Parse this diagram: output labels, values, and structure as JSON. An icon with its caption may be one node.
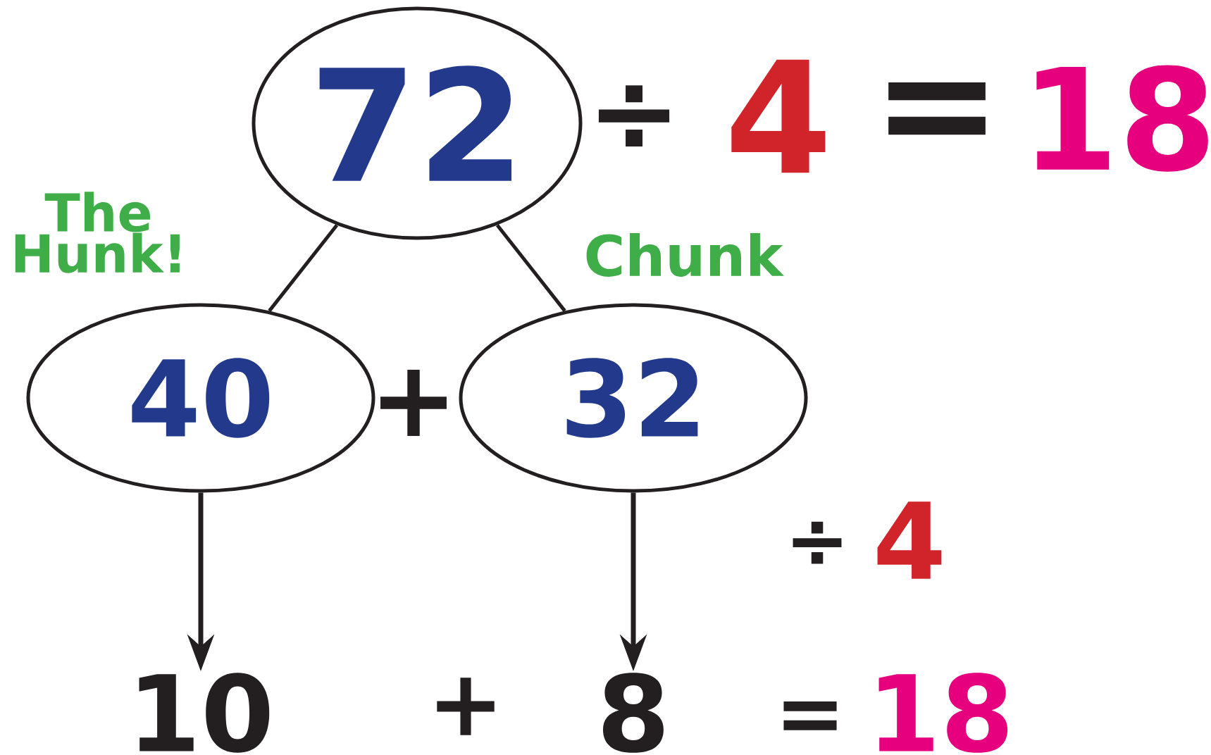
{
  "diagram": {
    "nodes": [
      {
        "text": [
          "72"
        ]
      },
      {
        "text": [
          "40"
        ]
      },
      {
        "text": [
          "32"
        ]
      },
      {
        "text": [
          "10"
        ]
      },
      {
        "text": [
          "8"
        ]
      }
    ],
    "edges": [
      {
        "from": 0,
        "to": 1,
        "arrow": "none"
      },
      {
        "from": 0,
        "to": 2,
        "arrow": "none"
      },
      {
        "from": 1,
        "to": 3,
        "arrow": "to"
      },
      {
        "from": 2,
        "to": 4,
        "arrow": "to"
      }
    ],
    "labels": [
      "÷",
      "4",
      "=",
      "18",
      "The Hunk!",
      "Chunk",
      "+",
      "÷",
      "4",
      "+",
      "=",
      "18"
    ]
  }
}
